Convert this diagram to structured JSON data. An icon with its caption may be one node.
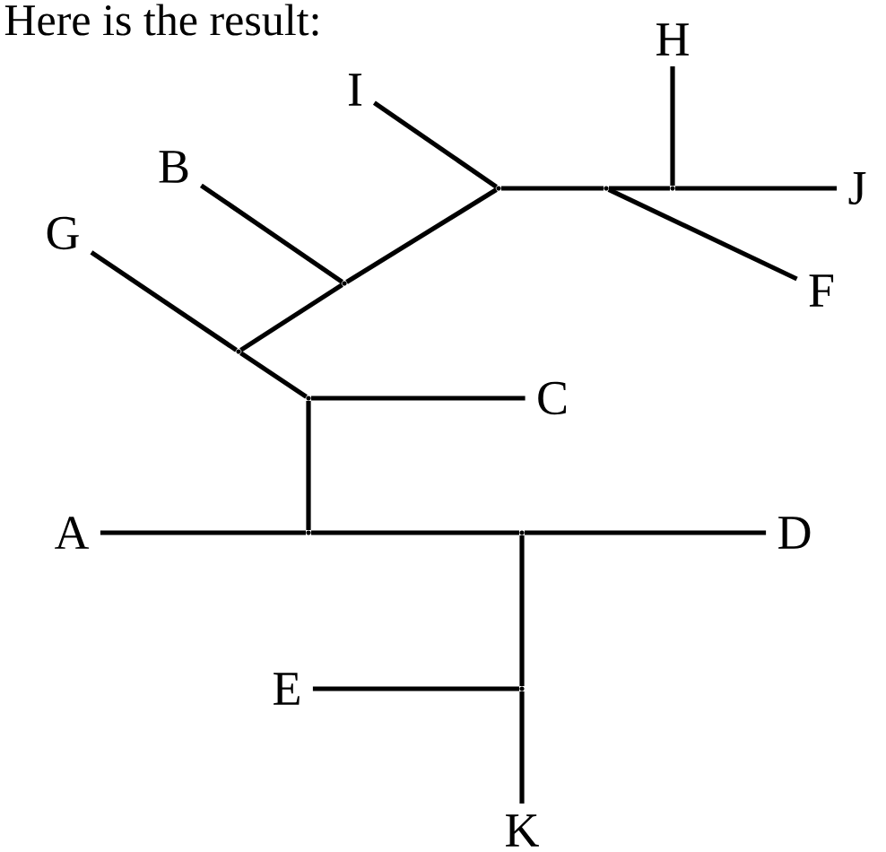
{
  "diagram": {
    "nodes": [
      {
        "text": [
          "A"
        ]
      },
      {
        "text": [
          "D"
        ]
      },
      {
        "text": [
          "C"
        ]
      },
      {
        "text": [
          "G"
        ]
      },
      {
        "text": [
          "B"
        ]
      },
      {
        "text": [
          "I"
        ]
      },
      {
        "text": [
          "H"
        ]
      },
      {
        "text": [
          "J"
        ]
      },
      {
        "text": [
          "F"
        ]
      },
      {
        "text": [
          "E"
        ]
      },
      {
        "text": [
          "K"
        ]
      },
      {
        "text": [],
        "shape": "junction"
      },
      {
        "text": [],
        "shape": "junction"
      },
      {
        "text": [],
        "shape": "junction"
      },
      {
        "text": [],
        "shape": "junction"
      },
      {
        "text": [],
        "shape": "junction"
      },
      {
        "text": [],
        "shape": "junction"
      },
      {
        "text": [],
        "shape": "junction"
      },
      {
        "text": [],
        "shape": "junction"
      },
      {
        "text": [],
        "shape": "junction"
      }
    ],
    "edges": [
      {
        "from": 0,
        "to": 11,
        "arrow": "none"
      },
      {
        "from": 11,
        "to": 12,
        "arrow": "none"
      },
      {
        "from": 12,
        "to": 1,
        "arrow": "none"
      },
      {
        "from": 11,
        "to": 13,
        "arrow": "none"
      },
      {
        "from": 13,
        "to": 2,
        "arrow": "none"
      },
      {
        "from": 13,
        "to": 14,
        "arrow": "none"
      },
      {
        "from": 14,
        "to": 3,
        "arrow": "none"
      },
      {
        "from": 14,
        "to": 15,
        "arrow": "none"
      },
      {
        "from": 15,
        "to": 4,
        "arrow": "none"
      },
      {
        "from": 15,
        "to": 16,
        "arrow": "none"
      },
      {
        "from": 16,
        "to": 5,
        "arrow": "none"
      },
      {
        "from": 16,
        "to": 17,
        "arrow": "none"
      },
      {
        "from": 17,
        "to": 8,
        "arrow": "none"
      },
      {
        "from": 17,
        "to": 18,
        "arrow": "none"
      },
      {
        "from": 18,
        "to": 6,
        "arrow": "none"
      },
      {
        "from": 18,
        "to": 7,
        "arrow": "none"
      },
      {
        "from": 12,
        "to": 19,
        "arrow": "none"
      },
      {
        "from": 19,
        "to": 9,
        "arrow": "none"
      },
      {
        "from": 19,
        "to": 10,
        "arrow": "none"
      }
    ],
    "labels": [
      "Here is the result:"
    ]
  }
}
